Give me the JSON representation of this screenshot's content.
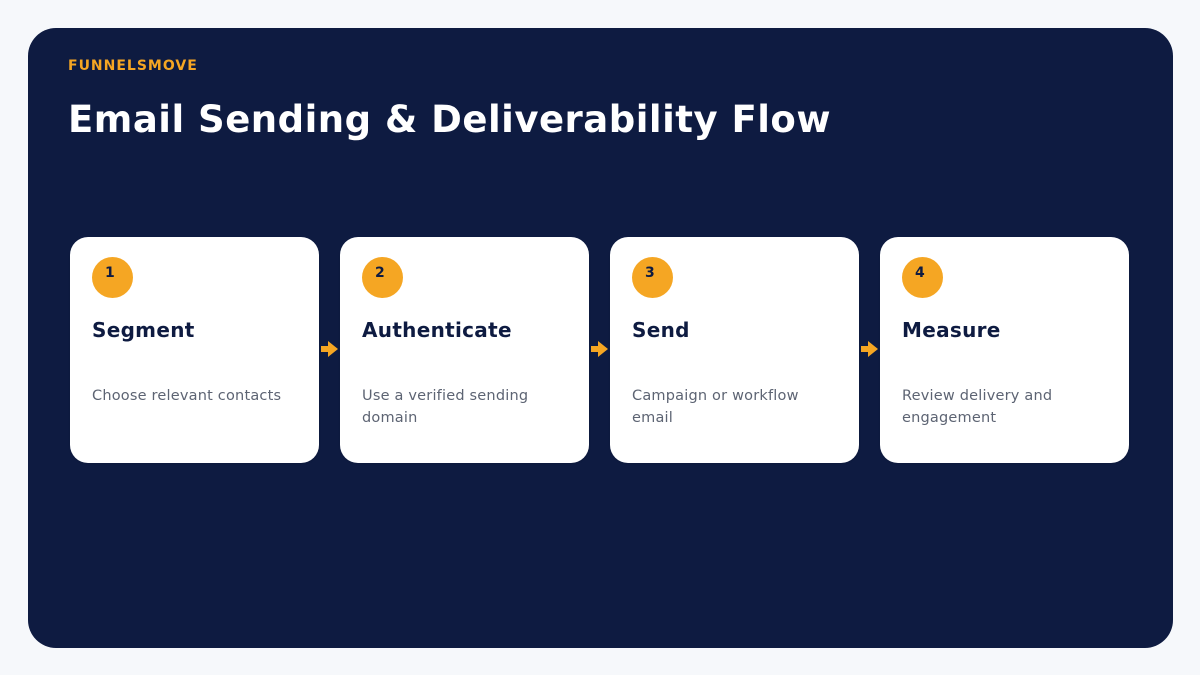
{
  "brand": "FUNNELSMOVE",
  "title": "Email Sending & Deliverability Flow",
  "colors": {
    "background": "#0e1b41",
    "accent": "#f5a623",
    "card": "#ffffff"
  },
  "steps": [
    {
      "number": "1",
      "title": "Segment",
      "description": "Choose relevant contacts"
    },
    {
      "number": "2",
      "title": "Authenticate",
      "description": "Use a verified sending domain"
    },
    {
      "number": "3",
      "title": "Send",
      "description": "Campaign or workflow email"
    },
    {
      "number": "4",
      "title": "Measure",
      "description": "Review delivery and engagement"
    }
  ],
  "connector_icon": "arrow-right-icon"
}
